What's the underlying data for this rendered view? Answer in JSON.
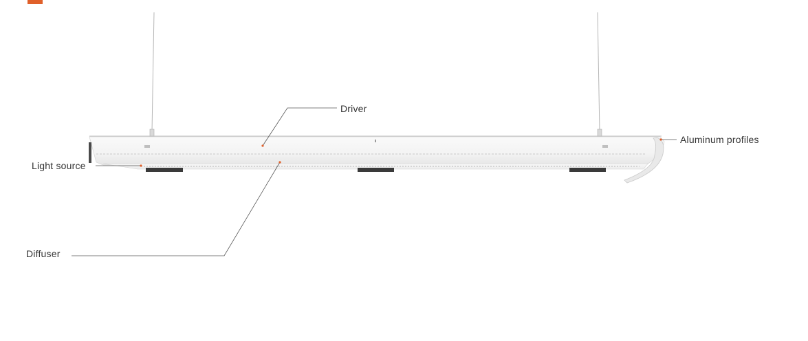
{
  "labels": {
    "driver": "Driver",
    "aluminum_profiles": "Aluminum profiles",
    "light_source": "Light source",
    "diffuser": "Diffuser"
  },
  "colors": {
    "accent": "#e0602a",
    "leader_line": "#555555",
    "label_text": "#333333",
    "marker_dot": "#e0602a"
  },
  "icons": {
    "corner_mark": "orange-square",
    "fixture": "linear-led-fixture"
  }
}
